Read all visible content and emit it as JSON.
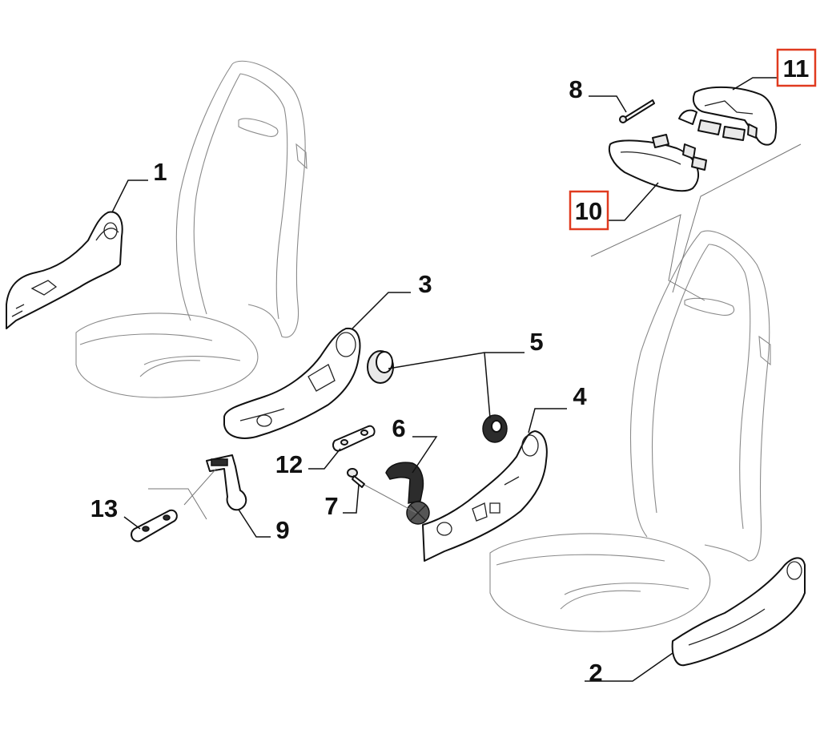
{
  "callouts": [
    {
      "id": "1",
      "text": "1",
      "highlighted": false
    },
    {
      "id": "2",
      "text": "2",
      "highlighted": false
    },
    {
      "id": "3",
      "text": "3",
      "highlighted": false
    },
    {
      "id": "4",
      "text": "4",
      "highlighted": false
    },
    {
      "id": "5",
      "text": "5",
      "highlighted": false
    },
    {
      "id": "6",
      "text": "6",
      "highlighted": false
    },
    {
      "id": "7",
      "text": "7",
      "highlighted": false
    },
    {
      "id": "8",
      "text": "8",
      "highlighted": false
    },
    {
      "id": "9",
      "text": "9",
      "highlighted": false
    },
    {
      "id": "10",
      "text": "10",
      "highlighted": true
    },
    {
      "id": "11",
      "text": "11",
      "highlighted": true
    },
    {
      "id": "12",
      "text": "12",
      "highlighted": false
    },
    {
      "id": "13",
      "text": "13",
      "highlighted": false
    }
  ],
  "colors": {
    "background": "#ffffff",
    "linework": "#111111",
    "seat_outline": "#8a8a8a",
    "highlight": "#e03a1f"
  }
}
